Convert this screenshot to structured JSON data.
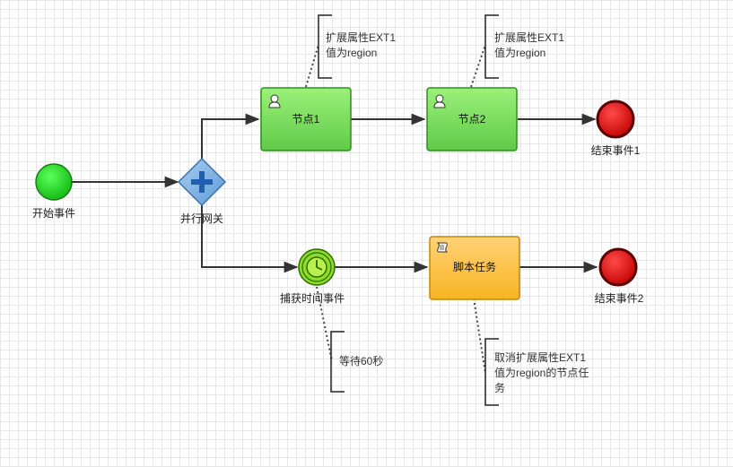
{
  "diagram": {
    "start_event": {
      "label": "开始事件"
    },
    "gateway": {
      "label": "并行网关"
    },
    "task1": {
      "label": "节点1",
      "icon": "user-task-icon"
    },
    "task2": {
      "label": "节点2",
      "icon": "user-task-icon"
    },
    "end_event1": {
      "label": "结束事件1"
    },
    "timer_event": {
      "label": "捕获时间事件",
      "icon": "clock-icon"
    },
    "script_task": {
      "label": "脚本任务",
      "icon": "script-icon"
    },
    "end_event2": {
      "label": "结束事件2"
    },
    "annotation1": {
      "lines": [
        "扩展属性EXT1",
        "值为region"
      ]
    },
    "annotation2": {
      "lines": [
        "扩展属性EXT1",
        "值为region"
      ]
    },
    "annotation3": {
      "lines": [
        "等待60秒"
      ]
    },
    "annotation4": {
      "lines": [
        "取消扩展属性EXT1",
        "值为region的节点任",
        "务"
      ]
    }
  },
  "colors": {
    "start": "#22cc22",
    "end": "#cc0000",
    "user_task": "#7ddc5a",
    "script_task": "#ffc64a",
    "gateway": "#7fb4e0",
    "timer": "#8ddc2a",
    "edge": "#333333"
  }
}
